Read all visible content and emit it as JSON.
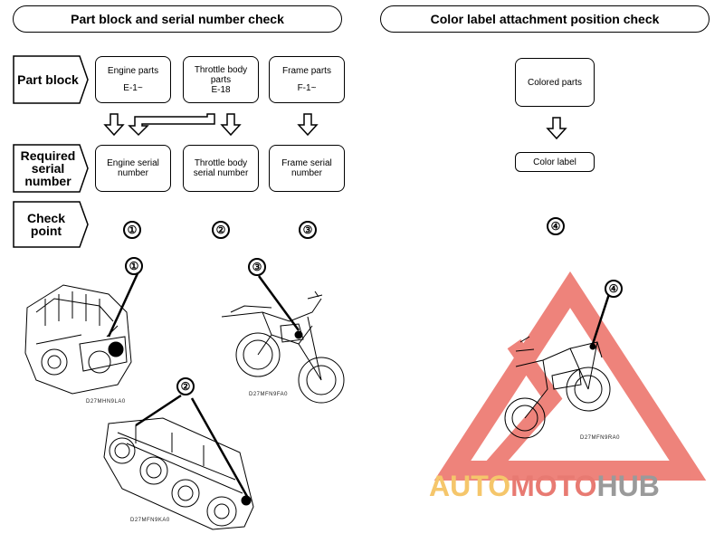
{
  "headers": {
    "left": "Part block and serial number check",
    "right": "Color label attachment position check"
  },
  "row_labels": {
    "part_block": "Part block",
    "required_serial": "Required serial number",
    "check_point": "Check point"
  },
  "part_blocks": {
    "engine": {
      "name": "Engine parts",
      "code": "E-1~"
    },
    "throttle": {
      "name": "Throttle body parts",
      "code": "E-18"
    },
    "frame": {
      "name": "Frame parts",
      "code": "F-1~"
    }
  },
  "serials": {
    "engine": "Engine serial number",
    "throttle": "Throttle body serial number",
    "frame": "Frame serial number"
  },
  "color": {
    "colored_parts": "Colored parts",
    "color_label": "Color label"
  },
  "check_points": [
    "①",
    "②",
    "③",
    "④"
  ],
  "illustration_codes": {
    "engine": "D27MHN9LA0",
    "frame": "D27MFN9FA0",
    "throttle": "D27MFN9KA0",
    "color": "D27MFN9RA0"
  },
  "watermark": {
    "part1": "AUTO",
    "part2": "MOTO",
    "part3": "HUB"
  }
}
